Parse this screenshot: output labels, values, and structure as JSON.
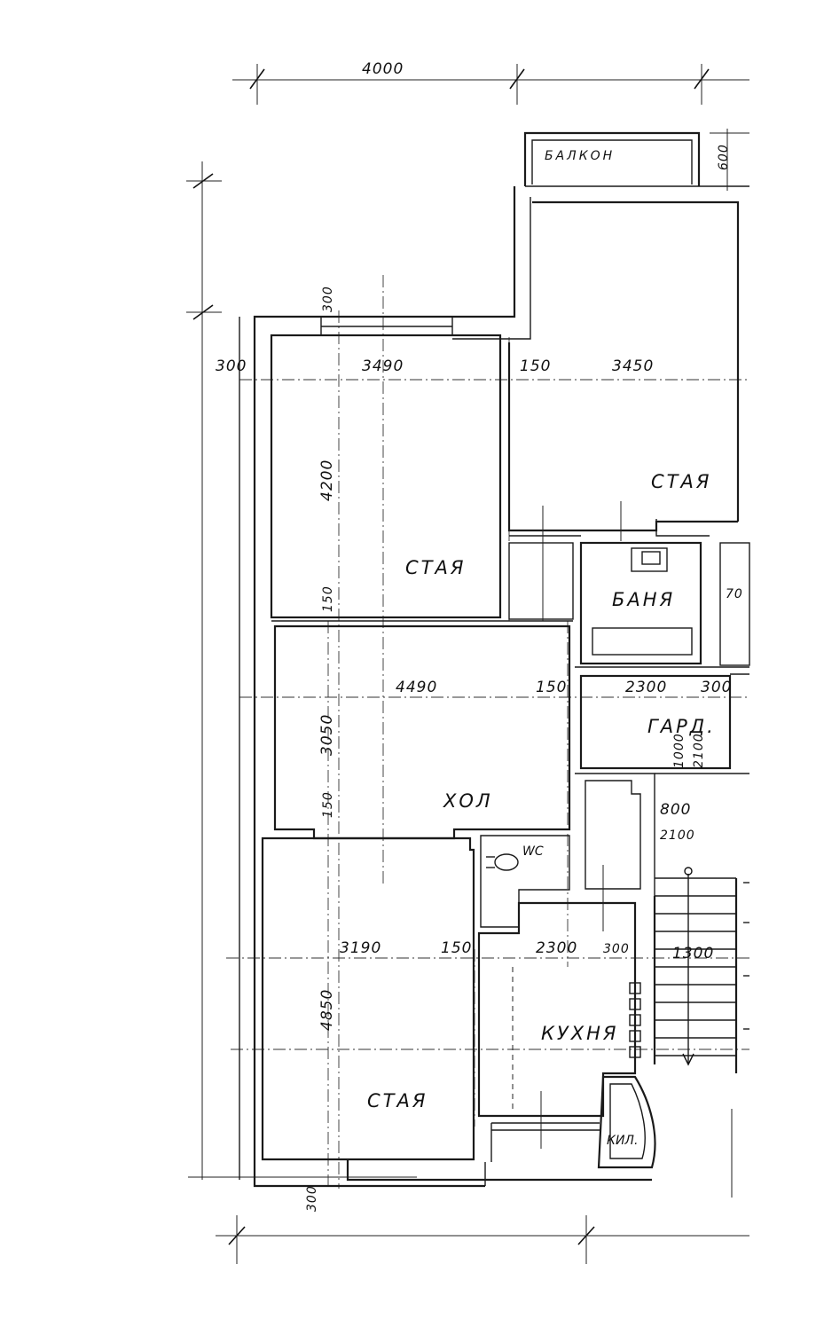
{
  "rooms": {
    "balcony": "БАЛКОН",
    "room_top_right": "СТАЯ",
    "room_left_upper": "СТАЯ",
    "bath": "БАНЯ",
    "wardrobe": "ГАРД.",
    "hall": "ХОЛ",
    "wc": "WC",
    "kitchen": "КУХНЯ",
    "pantry": "КИЛ.",
    "room_left_lower": "СТАЯ"
  },
  "dimensions": {
    "top_overall": "4000",
    "balcony_depth": "600",
    "wall_top_left": "300",
    "wall_left_top": "300",
    "room_left_width": "3490",
    "partition_top": "150",
    "room_right_width": "3450",
    "room_left_depth": "4200",
    "partition_left_1": "150",
    "hall_width": "4490",
    "partition_hall": "150",
    "wardrobe_width": "2300",
    "wardrobe_wall": "300",
    "bath_partial": "70",
    "hall_depth": "3050",
    "door_height_1": "1000",
    "door_height_2": "2100",
    "door_width": "800",
    "door_height_3": "2100",
    "partition_left_2": "150",
    "room_lower_width": "3190",
    "partition_lower": "150",
    "kitchen_width": "2300",
    "kitchen_wall": "300",
    "stair_width": "1300",
    "room_lower_depth": "4850",
    "wall_bottom": "300"
  }
}
